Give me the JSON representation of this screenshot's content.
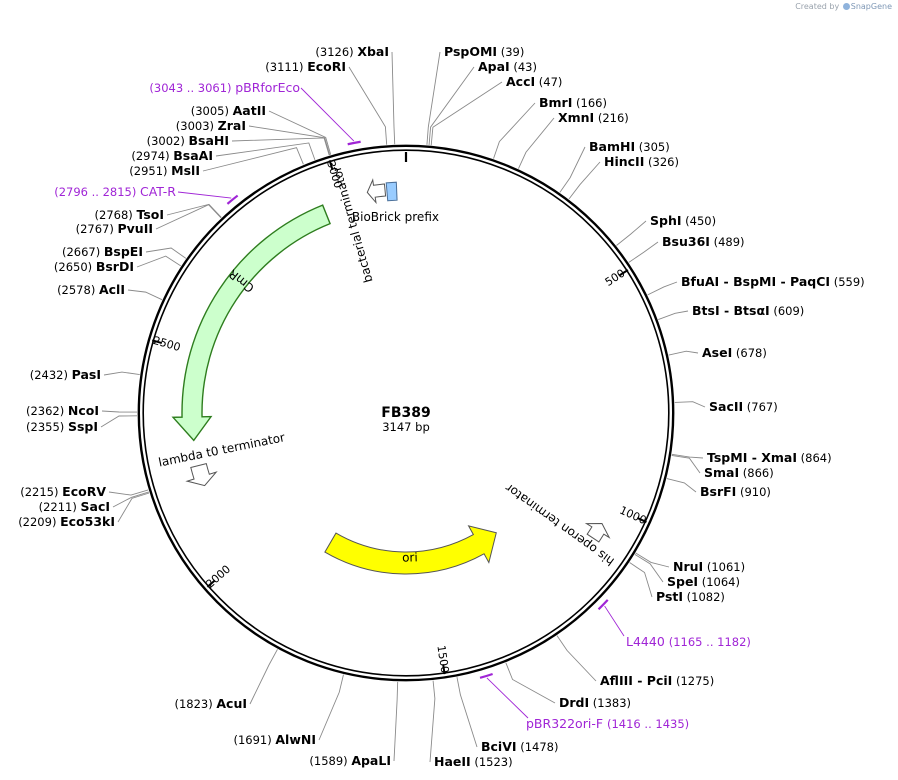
{
  "credit": {
    "prefix": "Created by",
    "brand": "SnapGene"
  },
  "plasmid": {
    "name": "FB389",
    "length": 3147,
    "length_label": "3147 bp"
  },
  "ticks": [
    {
      "pos": 500,
      "label": "500"
    },
    {
      "pos": 1000,
      "label": "1000"
    },
    {
      "pos": 1500,
      "label": "1500"
    },
    {
      "pos": 2000,
      "label": "2000"
    },
    {
      "pos": 2500,
      "label": "2500"
    },
    {
      "pos": 3000,
      "label": "3000"
    }
  ],
  "features": [
    {
      "name": "ori",
      "start": 1838,
      "end": 1250,
      "direction": "reverse",
      "kind": "origin",
      "color": "#ffff00",
      "label": "ori"
    },
    {
      "name": "CmR",
      "start": 2956,
      "end": 2296,
      "direction": "reverse",
      "kind": "gene",
      "color": "#ccffcc",
      "label": "CmR"
    },
    {
      "name": "bacterial terminator",
      "start": 3100,
      "end": 3060,
      "direction": "reverse",
      "kind": "terminator",
      "color": "#ffffff",
      "label": "bacterial terminator"
    },
    {
      "name": "BioBrick prefix",
      "start": 3104,
      "end": 3126,
      "direction": "none",
      "kind": "misc",
      "color": "#99ccff",
      "label": "BioBrick prefix"
    },
    {
      "name": "lambda t0 terminator",
      "start": 2236,
      "end": 2187,
      "direction": "reverse",
      "kind": "terminator",
      "color": "#ffffff",
      "label": "lambda t0 terminator"
    },
    {
      "name": "his operon terminator",
      "start": 1082,
      "end": 1044,
      "direction": "reverse",
      "kind": "terminator",
      "color": "#ffffff",
      "label": "his operon terminator"
    }
  ],
  "primers": [
    {
      "name": "pBRforEco",
      "range": "(3043 .. 3061)",
      "mid": 3052,
      "label_side": "left"
    },
    {
      "name": "CAT-R",
      "range": "(2796 .. 2815)",
      "mid": 2805,
      "label_side": "left"
    },
    {
      "name": "L4440",
      "range": "(1165 .. 1182)",
      "mid": 1173,
      "label_side": "right"
    },
    {
      "name": "pBR322ori-F",
      "range": "(1416 .. 1435)",
      "mid": 1425,
      "label_side": "right"
    }
  ],
  "sites_right": [
    {
      "names": [
        "PspOMI"
      ],
      "pos": "(39)",
      "site": 39
    },
    {
      "names": [
        "ApaI"
      ],
      "pos": "(43)",
      "site": 43
    },
    {
      "names": [
        "AccI"
      ],
      "pos": "(47)",
      "site": 47
    },
    {
      "names": [
        "BmrI"
      ],
      "pos": "(166)",
      "site": 166
    },
    {
      "names": [
        "XmnI"
      ],
      "pos": "(216)",
      "site": 216
    },
    {
      "names": [
        "BamHI"
      ],
      "pos": "(305)",
      "site": 305
    },
    {
      "names": [
        "HincII"
      ],
      "pos": "(326)",
      "site": 326
    },
    {
      "names": [
        "SphI"
      ],
      "pos": "(450)",
      "site": 450
    },
    {
      "names": [
        "Bsu36I"
      ],
      "pos": "(489)",
      "site": 489
    },
    {
      "names": [
        "BfuAI",
        "BspMI",
        "PaqCI"
      ],
      "pos": "(559)",
      "site": 559
    },
    {
      "names": [
        "BtsI",
        "BtsαI"
      ],
      "pos": "(609)",
      "site": 609
    },
    {
      "names": [
        "AseI"
      ],
      "pos": "(678)",
      "site": 678
    },
    {
      "names": [
        "SacII"
      ],
      "pos": "(767)",
      "site": 767
    },
    {
      "names": [
        "TspMI",
        "XmaI"
      ],
      "pos": "(864)",
      "site": 864
    },
    {
      "names": [
        "SmaI"
      ],
      "pos": "(866)",
      "site": 866
    },
    {
      "names": [
        "BsrFI"
      ],
      "pos": "(910)",
      "site": 910
    },
    {
      "names": [
        "NruI"
      ],
      "pos": "(1061)",
      "site": 1061
    },
    {
      "names": [
        "SpeI"
      ],
      "pos": "(1064)",
      "site": 1064
    },
    {
      "names": [
        "PstI"
      ],
      "pos": "(1082)",
      "site": 1082
    },
    {
      "names": [
        "AflIII",
        "PciI"
      ],
      "pos": "(1275)",
      "site": 1275
    },
    {
      "names": [
        "DrdI"
      ],
      "pos": "(1383)",
      "site": 1383
    },
    {
      "names": [
        "BciVI"
      ],
      "pos": "(1478)",
      "site": 1478
    },
    {
      "names": [
        "HaeII"
      ],
      "pos": "(1523)",
      "site": 1523
    }
  ],
  "sites_left": [
    {
      "names": [
        "XbaI"
      ],
      "pos": "(3126)",
      "site": 3126
    },
    {
      "names": [
        "EcoRI"
      ],
      "pos": "(3111)",
      "site": 3111
    },
    {
      "names": [
        "AatII"
      ],
      "pos": "(3005)",
      "site": 3005
    },
    {
      "names": [
        "ZraI"
      ],
      "pos": "(3003)",
      "site": 3003
    },
    {
      "names": [
        "BsaHI"
      ],
      "pos": "(3002)",
      "site": 3002
    },
    {
      "names": [
        "BsaAI"
      ],
      "pos": "(2974)",
      "site": 2974
    },
    {
      "names": [
        "MslI"
      ],
      "pos": "(2951)",
      "site": 2951
    },
    {
      "names": [
        "TsoI"
      ],
      "pos": "(2768)",
      "site": 2768
    },
    {
      "names": [
        "PvuII"
      ],
      "pos": "(2767)",
      "site": 2767
    },
    {
      "names": [
        "BspEI"
      ],
      "pos": "(2667)",
      "site": 2667
    },
    {
      "names": [
        "BsrDI"
      ],
      "pos": "(2650)",
      "site": 2650
    },
    {
      "names": [
        "AclI"
      ],
      "pos": "(2578)",
      "site": 2578
    },
    {
      "names": [
        "PasI"
      ],
      "pos": "(2432)",
      "site": 2432
    },
    {
      "names": [
        "NcoI"
      ],
      "pos": "(2362)",
      "site": 2362
    },
    {
      "names": [
        "SspI"
      ],
      "pos": "(2355)",
      "site": 2355
    },
    {
      "names": [
        "EcoRV"
      ],
      "pos": "(2215)",
      "site": 2215
    },
    {
      "names": [
        "SacI"
      ],
      "pos": "(2211)",
      "site": 2211
    },
    {
      "names": [
        "Eco53kI"
      ],
      "pos": "(2209)",
      "site": 2209
    },
    {
      "names": [
        "AcuI"
      ],
      "pos": "(1823)",
      "site": 1823
    },
    {
      "names": [
        "AlwNI"
      ],
      "pos": "(1691)",
      "site": 1691
    },
    {
      "names": [
        "ApaLI"
      ],
      "pos": "(1589)",
      "site": 1589
    }
  ],
  "colors": {
    "backbone": "#000000",
    "primer": "#a025d6",
    "leader": "#8a8a8a",
    "cmr_edge": "#2e7d1e"
  }
}
